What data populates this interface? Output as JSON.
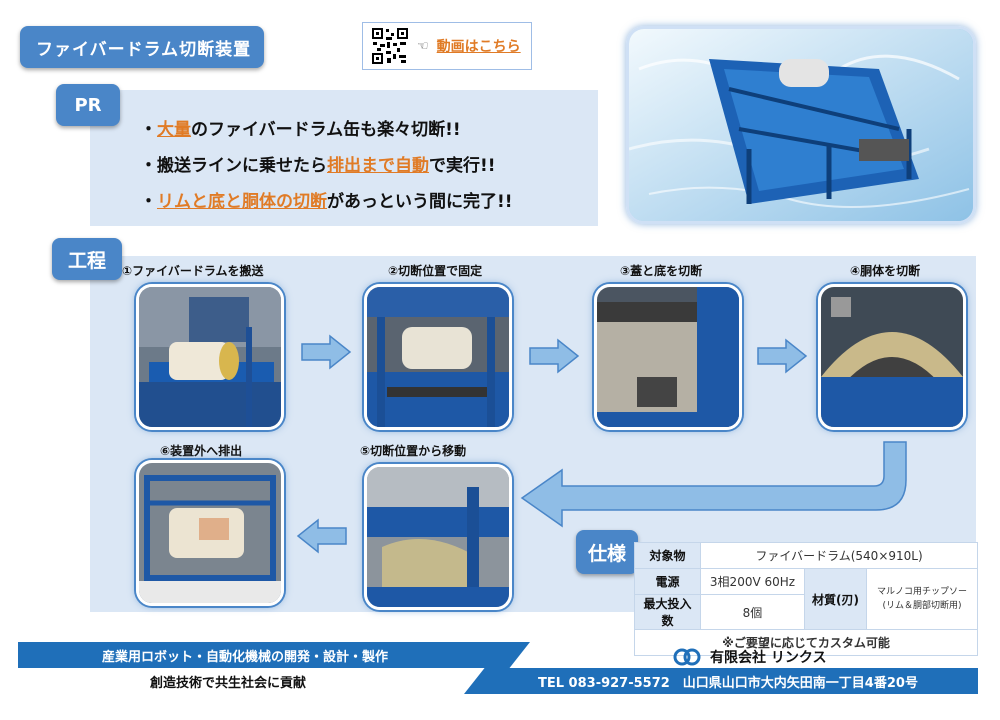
{
  "header": {
    "title": "ファイバードラム切断装置",
    "video_link": "動画はこちら",
    "video_icon": "pointing-hand-icon"
  },
  "pr": {
    "tag": "PR",
    "lines": [
      {
        "parts": [
          {
            "t": "・"
          },
          {
            "t": "大量",
            "hl": true
          },
          {
            "t": "のファイバードラム缶も楽々切断!!"
          }
        ]
      },
      {
        "parts": [
          {
            "t": "・搬送ラインに乗せたら"
          },
          {
            "t": "排出まで自動",
            "hl": true
          },
          {
            "t": "で実行!!"
          }
        ]
      },
      {
        "parts": [
          {
            "t": "・"
          },
          {
            "t": "リムと底と胴体の切断",
            "hl": true
          },
          {
            "t": "があっという間に完了!!"
          }
        ]
      }
    ]
  },
  "process": {
    "tag": "工程",
    "steps": [
      {
        "label": "①ファイバードラムを搬送"
      },
      {
        "label": "②切断位置で固定"
      },
      {
        "label": "③蓋と底を切断"
      },
      {
        "label": "④胴体を切断"
      },
      {
        "label": "⑤切断位置から移動"
      },
      {
        "label": "⑥装置外へ排出"
      }
    ]
  },
  "spec": {
    "tag": "仕様",
    "rows": {
      "target_label": "対象物",
      "target_value": "ファイバードラム(540×910L)",
      "power_label": "電源",
      "power_value": "3相200V 60Hz",
      "material_label": "材質(刃)",
      "material_value_1": "マルノコ用チップソー",
      "material_value_2": "(リム＆胴部切断用)",
      "max_label": "最大投入数",
      "max_value": "8個",
      "note": "※ご要望に応じてカスタム可能"
    }
  },
  "footer": {
    "line1": "産業用ロボット・自動化機械の開発・設計・製作",
    "line2": "創造技術で共生社会に貢献",
    "company": "有限会社 リンクス",
    "contact": "TEL 083-927-5572　山口県山口市大内矢田南一丁目4番20号"
  },
  "colors": {
    "accent": "#4a86c8",
    "highlight": "#e07b26",
    "panel": "#dbe7f5",
    "footer": "#1f6fb9"
  }
}
